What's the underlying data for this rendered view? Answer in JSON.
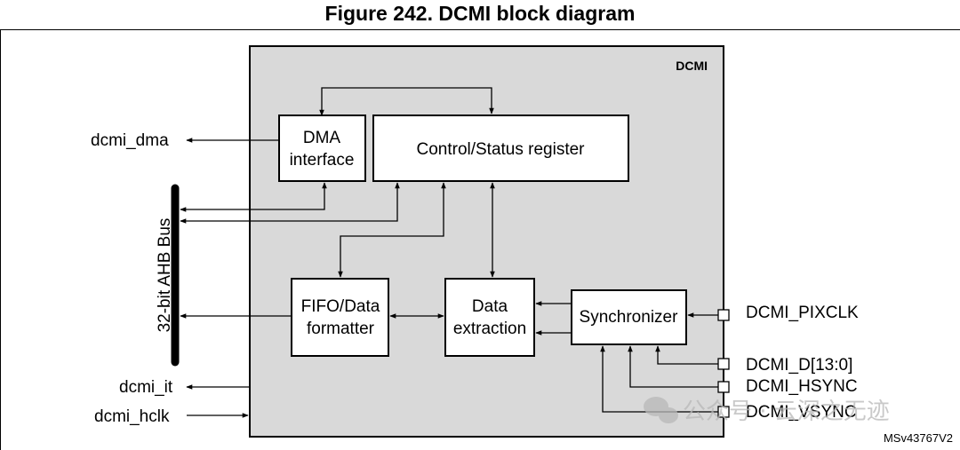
{
  "title": "Figure 242. DCMI block diagram",
  "dcmi_label": "DCMI",
  "blocks": {
    "dma": [
      "DMA",
      "interface"
    ],
    "control": "Control/Status register",
    "fifo": [
      "FIFO/Data",
      "formatter"
    ],
    "extraction": [
      "Data",
      "extraction"
    ],
    "sync": "Synchronizer"
  },
  "bus_label": "32-bit AHB Bus",
  "left_signals": {
    "dma": "dcmi_dma",
    "it": "dcmi_it",
    "hclk": "dcmi_hclk"
  },
  "pins": [
    "DCMI_PIXCLK",
    "DCMI_D[13:0]",
    "DCMI_HSYNC",
    "DCMI_VSYNC"
  ],
  "watermark": "公众号 · 云深之无迹",
  "ref_code": "MSv43767V2",
  "colors": {
    "dcmi_fill": "#d9d9d9",
    "block_fill": "#ffffff",
    "line": "#000000",
    "watermark": "#b8b8b8"
  }
}
